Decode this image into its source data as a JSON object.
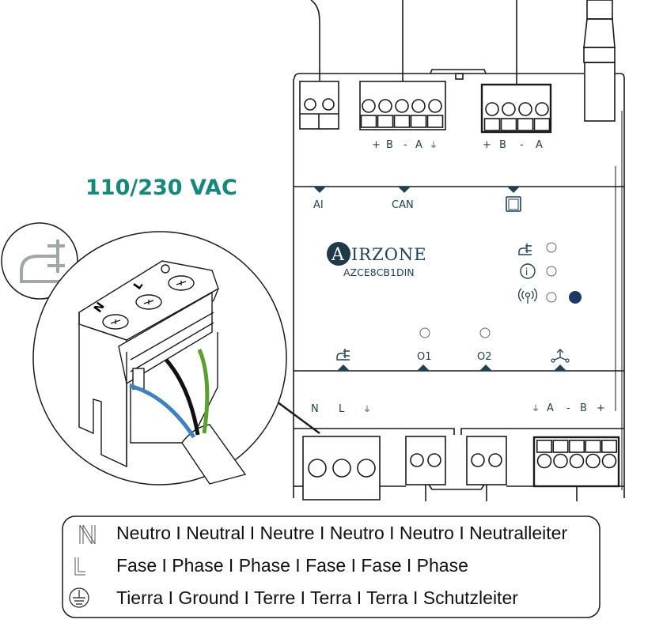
{
  "supply_label": "110/230  VAC",
  "device": {
    "brand_initial": "A",
    "brand_rest": "IRZONE",
    "model": "AZCE8CB1DIN",
    "top_terminal_labels": {
      "bus1": [
        "+",
        "B",
        "-",
        "A",
        "⏚"
      ],
      "bus2": [
        "+",
        "B",
        "-",
        "A"
      ]
    },
    "top_port_labels": [
      "AI",
      "CAN"
    ],
    "bottom_port_labels": [
      "O1",
      "O2"
    ],
    "bottom_terminal_labels": {
      "power": [
        "N",
        "L",
        "⏚"
      ],
      "bus": [
        "⏚",
        "A",
        "-",
        "B",
        "+"
      ]
    },
    "status_leds": [
      {
        "name": "power",
        "state": "off"
      },
      {
        "name": "info",
        "state": "off"
      },
      {
        "name": "wireless",
        "state": "off",
        "extra_indicator": "on"
      }
    ],
    "led_on_color": "#1e3a64"
  },
  "connector_detail": {
    "pins": [
      "N",
      "L",
      "⏚"
    ],
    "wire_colors": {
      "neutral": "#3b82c4",
      "live": "#111111",
      "ground": "#5aa02c"
    }
  },
  "legend": {
    "rows": [
      {
        "symbol": "N",
        "text": "Neutro I Neutral I Neutre I  Neutro I Neutro I Neutralleiter"
      },
      {
        "symbol": "L",
        "text": "Fase I Phase I Phase I Fase I Fase I Phase"
      },
      {
        "symbol": "ground",
        "text": "Tierra I Ground I Terre I Terra I Terra I Schutzleiter"
      }
    ]
  }
}
